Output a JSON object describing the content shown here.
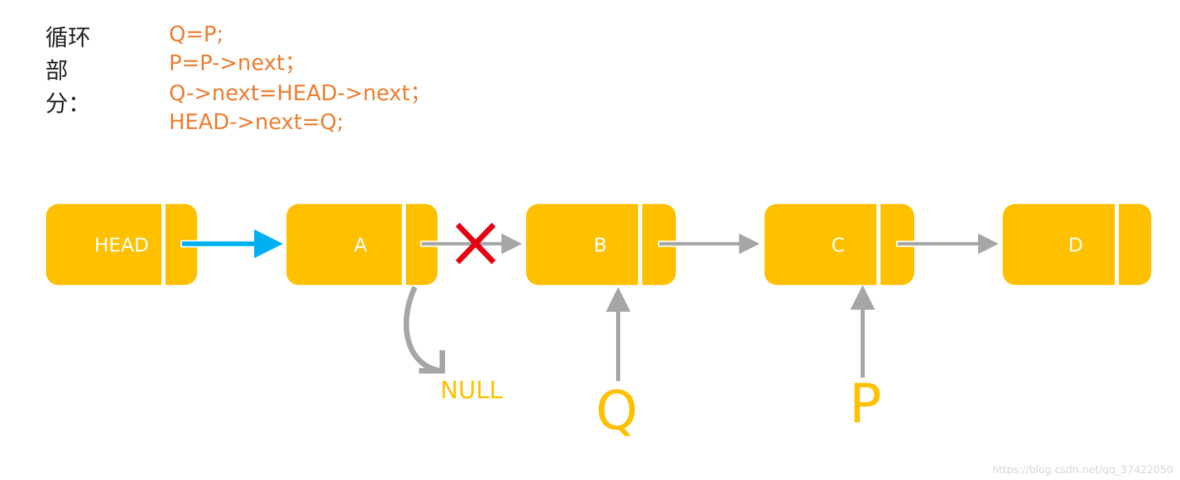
{
  "code": {
    "label": "循环部分：",
    "lines": [
      "Q=P;",
      "P=P->next；",
      "Q->next=HEAD->next；",
      "HEAD->next=Q;"
    ]
  },
  "nodes": [
    {
      "id": "head",
      "label": "HEAD"
    },
    {
      "id": "a",
      "label": "A"
    },
    {
      "id": "b",
      "label": "B"
    },
    {
      "id": "c",
      "label": "C"
    },
    {
      "id": "d",
      "label": "D"
    }
  ],
  "labels": {
    "null": "NULL",
    "q_pointer": "Q",
    "p_pointer": "P"
  },
  "watermark": "https://blog.csdn.net/qq_37422050",
  "colors": {
    "node_fill": "#FFC000",
    "code_text": "#ED7D31",
    "new_link": "#00B0F0",
    "link": "#A6A6A6",
    "cross": "#E60012",
    "pointer_label": "#FFC000"
  }
}
